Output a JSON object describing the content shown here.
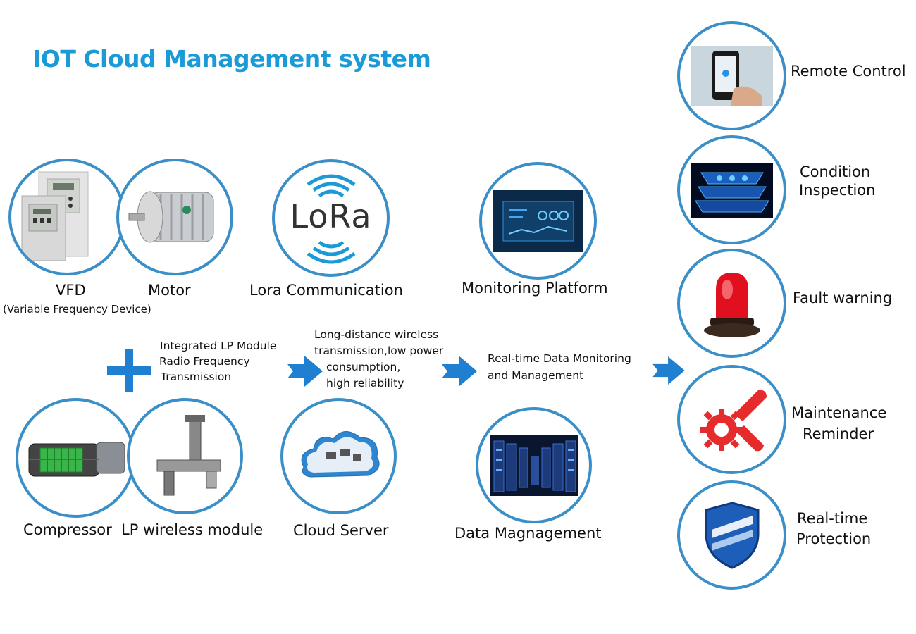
{
  "title": "IOT Cloud Management system",
  "devices": {
    "vfd_label": "VFD",
    "vfd_sub": "(Variable Frequency Device)",
    "motor_label": "Motor",
    "compressor_label": "Compressor",
    "lp_module_label": "LP wireless module"
  },
  "step1": {
    "line1": "Integrated LP Module",
    "line2": "Radio  Frequency",
    "line3": "Transmission"
  },
  "lora": {
    "logo_text": "LoRa",
    "label": "Lora Communication"
  },
  "cloud": {
    "label": "Cloud Server"
  },
  "step2": {
    "line1": "Long-distance wireless",
    "line2": "transmission,low power",
    "line3": "consumption,",
    "line4": "high reliability"
  },
  "platform": {
    "label": "Monitoring Platform"
  },
  "data": {
    "label": "Data Magnagement"
  },
  "step3": {
    "line1": "Real-time Data Monitoring",
    "line2": "and Management"
  },
  "features": [
    {
      "label1": "Remote Control",
      "label2": ""
    },
    {
      "label1": "Condition",
      "label2": "Inspection"
    },
    {
      "label1": "Fault warning",
      "label2": ""
    },
    {
      "label1": "Maintenance",
      "label2": "Reminder"
    },
    {
      "label1": "Real-time",
      "label2": "Protection"
    }
  ],
  "colors": {
    "title": "#1a9ad6",
    "circle_border": "#3a8fc8",
    "arrow": "#1f7fd0"
  }
}
